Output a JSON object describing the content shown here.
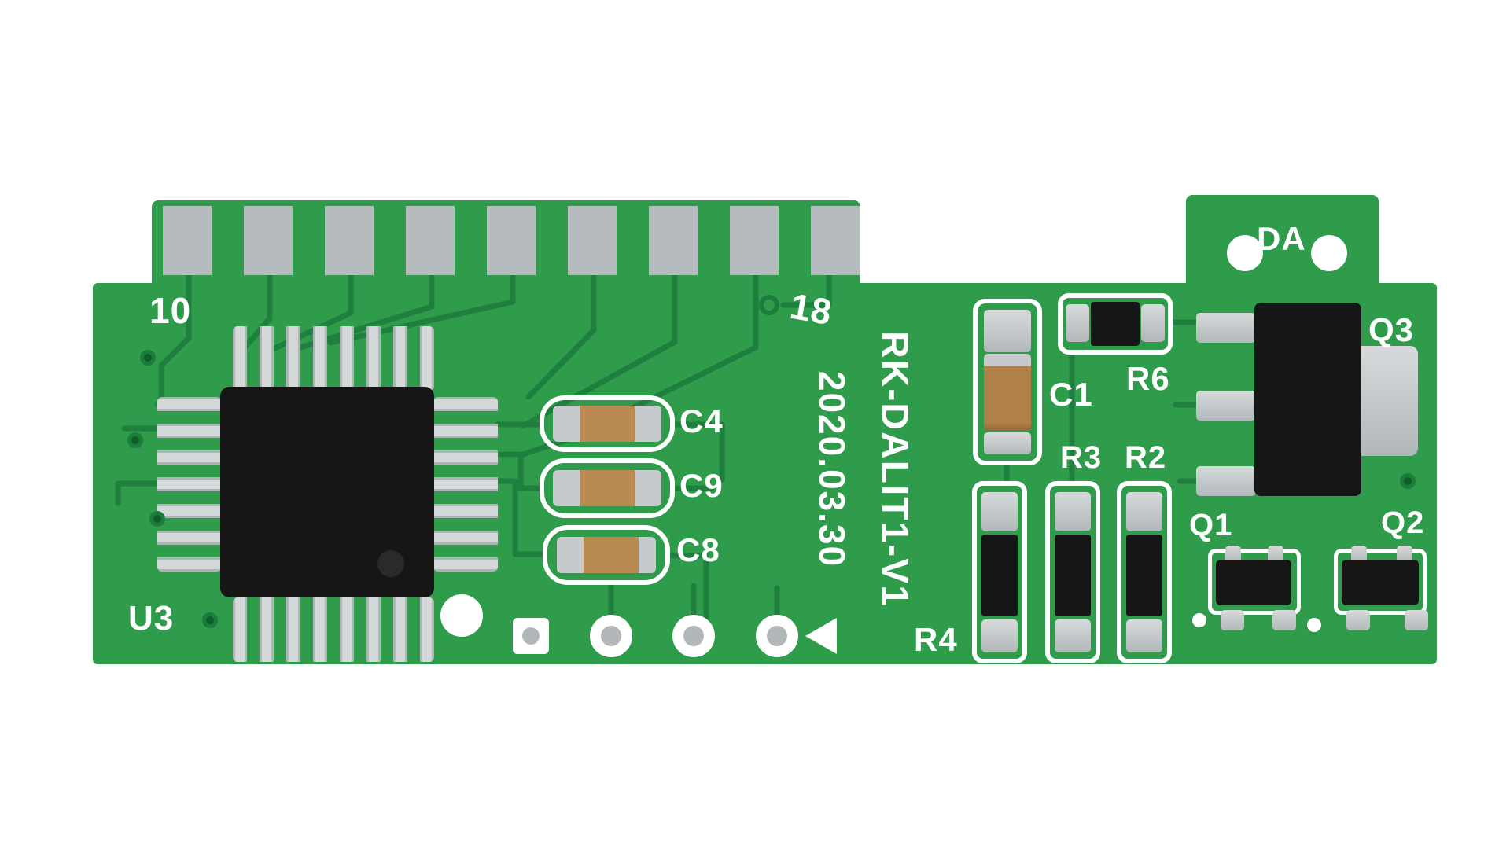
{
  "labels": {
    "pin10": "10",
    "pin18": "18",
    "da": "DA",
    "u3": "U3",
    "c4": "C4",
    "c9": "C9",
    "c8": "C8",
    "c1": "C1",
    "r6": "R6",
    "r3": "R3",
    "r2": "R2",
    "r4": "R4",
    "q1": "Q1",
    "q2": "Q2",
    "q3": "Q3",
    "model": "RK-DALIT1-V1",
    "date": "2020.03.30"
  },
  "colors": {
    "board_green": "#2f9c4b",
    "trace_green": "#1e7f3e",
    "pad_silver": "#c6cacc",
    "connector_gray": "#b6bbbd",
    "component_black": "#161616",
    "capacitor_tan": "#b98a52",
    "silkscreen_white": "#ffffff"
  }
}
